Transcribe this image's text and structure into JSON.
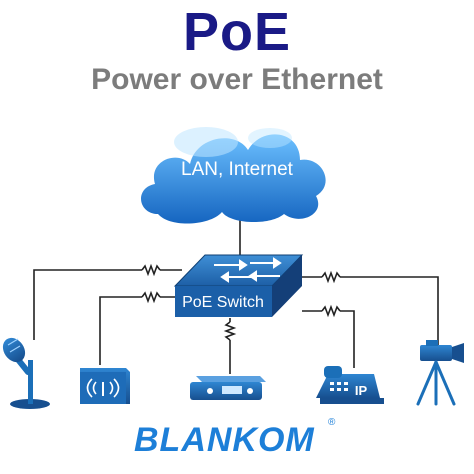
{
  "title": "PoE",
  "subtitle": "Power over Ethernet",
  "cloud_label": "LAN, Internet",
  "switch_label": "PoE Switch",
  "phone_label": "IP",
  "logo": "BLANKOM",
  "logo_mark": "®",
  "colors": {
    "title": "#1a1a86",
    "subtitle": "#7c7c7c",
    "device_blue": "#1b6fb8",
    "cloud_blue": "#2b8fe0",
    "line": "#222222",
    "logo": "#1d7fd8"
  },
  "devices": [
    "microphone-icon",
    "wireless-access-point-icon",
    "set-top-box-icon",
    "ip-phone-icon",
    "camera-icon"
  ]
}
